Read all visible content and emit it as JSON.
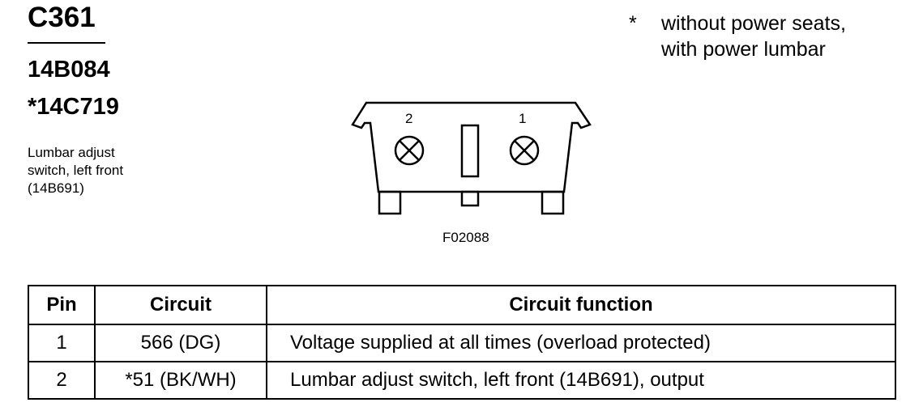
{
  "connector": {
    "id": "C361",
    "part_numbers": [
      "14B084",
      "*14C719"
    ],
    "description": "Lumbar adjust\nswitch, left front\n(14B691)"
  },
  "note": {
    "marker": "*",
    "line1": "without power seats,",
    "line2": "with power lumbar"
  },
  "figure": {
    "pin_labels": [
      "2",
      "1"
    ],
    "code": "F02088"
  },
  "table": {
    "headers": [
      "Pin",
      "Circuit",
      "Circuit function"
    ],
    "rows": [
      [
        "1",
        "566 (DG)",
        "Voltage supplied at all times (overload protected)"
      ],
      [
        "2",
        "*51 (BK/WH)",
        "Lumbar adjust switch, left front (14B691), output"
      ]
    ]
  }
}
